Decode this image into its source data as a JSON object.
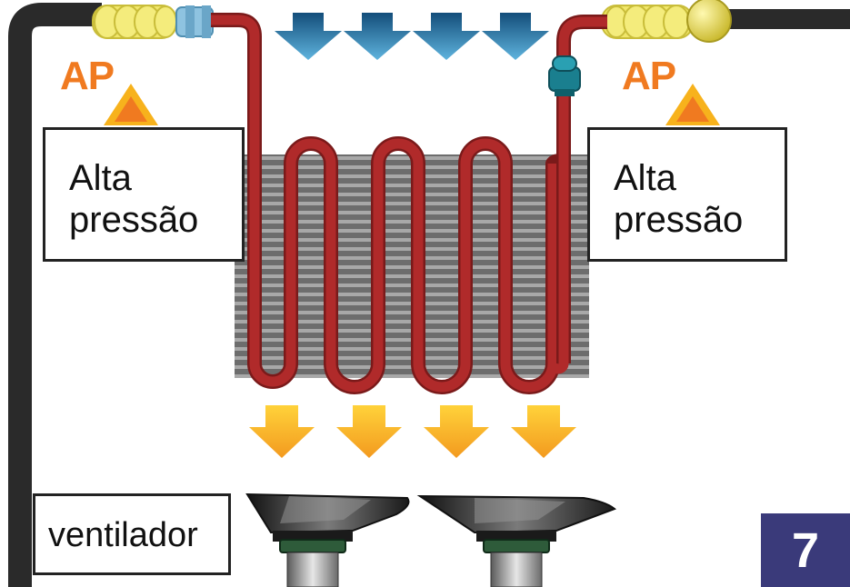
{
  "labels": {
    "left_pressure": [
      "Alta",
      "pressão"
    ],
    "right_pressure": [
      "Alta",
      "pressão"
    ],
    "fan": "ventilador",
    "ap_left": "AP",
    "ap_right": "AP"
  },
  "step_badge": "7",
  "colors": {
    "coil_tube": "#b02a2a",
    "fin_dark": "#6d6d6d",
    "fin_light": "#a8a8a8",
    "cold_air_arrow": "#1e6aa0",
    "hot_air_arrow": "#f2a62a",
    "ap_text": "#f07a20",
    "ap_arrow": "#f7b21c",
    "hose": "#2a2a2a",
    "fitting_yellow": "#f0e66a",
    "fitting_blue": "#8ec3e0",
    "valve_teal": "#1a7f8f",
    "fan_dark": "#2b2b2b",
    "fan_hub": "#2e5b3a",
    "badge_bg": "#3a3a7a"
  },
  "icons": [
    "cold-air-arrow-icon",
    "hot-air-arrow-icon",
    "pressure-up-arrow-icon",
    "fan-icon",
    "condenser-coil-icon",
    "service-valve-icon"
  ]
}
